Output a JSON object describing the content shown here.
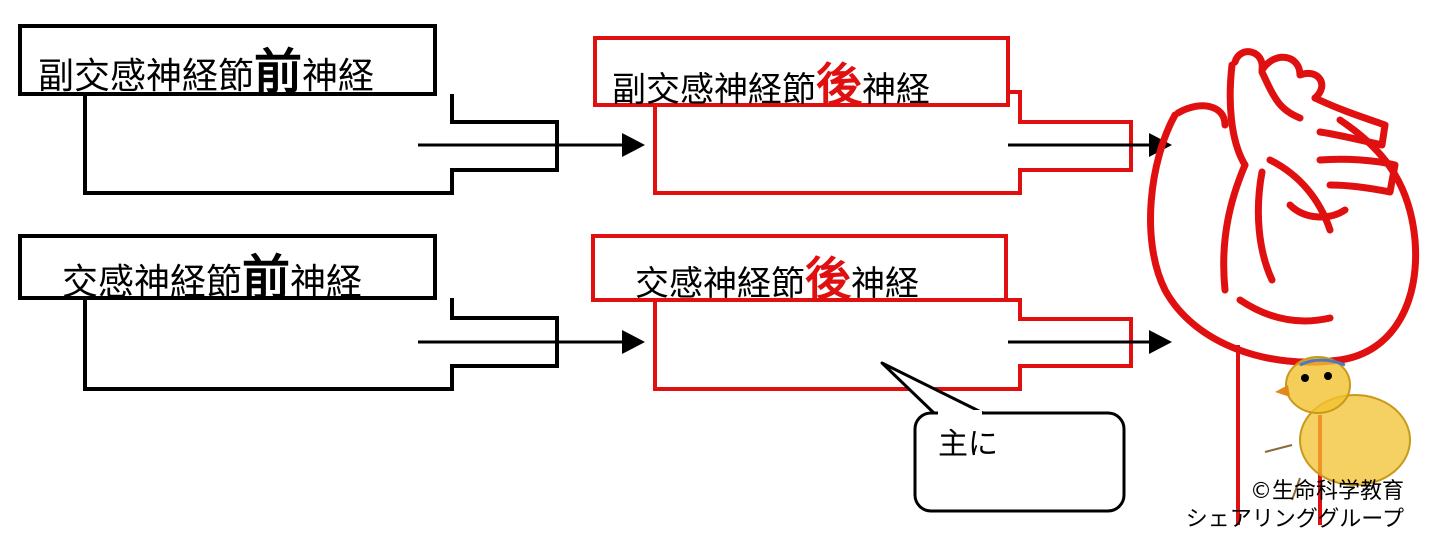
{
  "rows": [
    {
      "pre": {
        "prefix": "副交感神経節",
        "emph": "前",
        "suffix": "神経"
      },
      "post": {
        "prefix": "副交感神経節",
        "emph": "後",
        "suffix": "神経"
      }
    },
    {
      "pre": {
        "prefix": "交感神経節",
        "emph": "前",
        "suffix": "神経"
      },
      "post": {
        "prefix": "交感神経節",
        "emph": "後",
        "suffix": "神経"
      }
    }
  ],
  "callout": {
    "text": "主に"
  },
  "credit": {
    "line1": "©生命科学教育",
    "line2": "シェアリンググループ"
  },
  "colors": {
    "pre": "#000000",
    "post": "#e01010",
    "heart": "#e01010",
    "chick": "#f2c230"
  },
  "icons": {
    "heart": "heart-illustration",
    "chick": "chick-mascot"
  }
}
